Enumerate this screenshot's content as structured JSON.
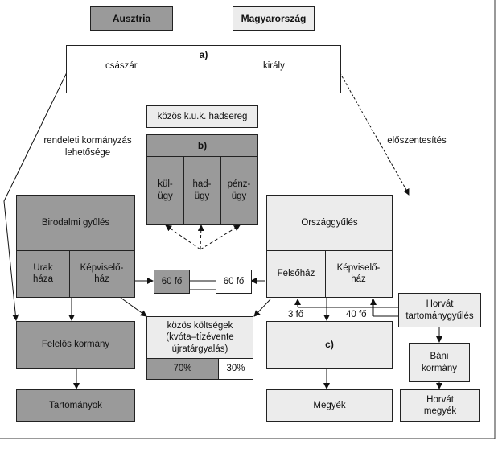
{
  "header": {
    "austria": "Ausztria",
    "hungary": "Magyarország"
  },
  "top_box": {
    "label": "a)",
    "left": "császár",
    "right": "király"
  },
  "side_labels": {
    "left": "rendeleti kormányzás\nlehetősége",
    "right": "előszentesítés"
  },
  "common_army": "közös k.u.k. hadsereg",
  "ministries": {
    "label": "b)",
    "items": [
      "kül-\nügy",
      "had-\nügy",
      "pénz-\nügy"
    ]
  },
  "austria_assembly": {
    "title": "Birodalmi gyűlés",
    "upper": "Urak\nháza",
    "lower": "Képviselő-\nház"
  },
  "hungary_assembly": {
    "title": "Országgyűlés",
    "upper": "Felsőház",
    "lower": "Képviselő-\nház"
  },
  "delegations": {
    "left": "60 fő",
    "right": "60 fő"
  },
  "common_costs": {
    "text": "közös költségek\n(kvóta–tízévente\nújratárgyalás)",
    "austria_share": "70%",
    "hungary_share": "30%"
  },
  "austria_gov": {
    "government": "Felelős kormány",
    "provinces": "Tartományok"
  },
  "hungary_gov": {
    "label": "c)",
    "counties": "Megyék"
  },
  "croatia": {
    "assembly": "Horvát\ntartománygyűlés",
    "government": "Báni\nkormány",
    "counties": "Horvát\nmegyék",
    "upper_delegates": "3 fő",
    "lower_delegates": "40 fő"
  },
  "colors": {
    "austria": "#9a9a9a",
    "hungary": "#ececec"
  }
}
